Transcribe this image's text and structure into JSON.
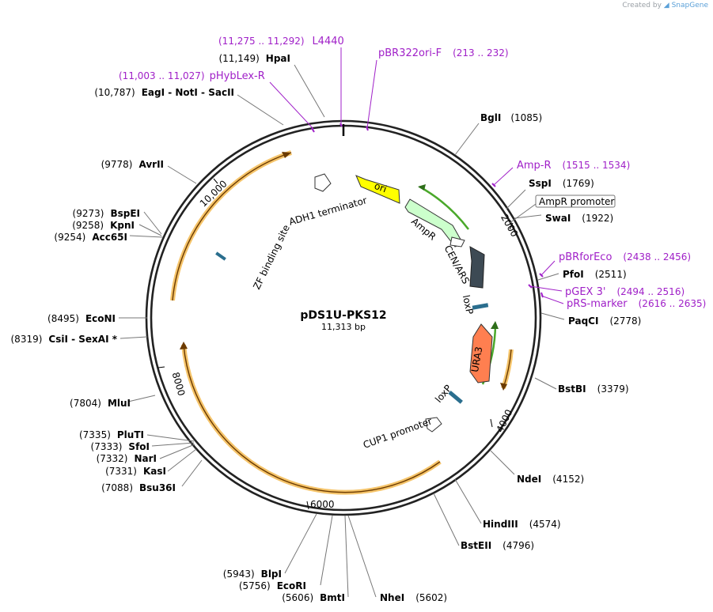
{
  "credit": {
    "prefix": "Created by",
    "brand": "SnapGene"
  },
  "plasmid": {
    "name": "pDS1U-PKS12",
    "length_label": "11,313 bp"
  },
  "sites": [
    {
      "name": "BglI",
      "pos": "(1085)"
    },
    {
      "name": "SspI",
      "pos": "(1769)"
    },
    {
      "name": "SwaI",
      "pos": "(1922)"
    },
    {
      "name": "PfoI",
      "pos": "(2511)"
    },
    {
      "name": "PaqCI",
      "pos": "(2778)"
    },
    {
      "name": "BstBI",
      "pos": "(3379)"
    },
    {
      "name": "NdeI",
      "pos": "(4152)"
    },
    {
      "name": "HindIII",
      "pos": "(4574)"
    },
    {
      "name": "BstEII",
      "pos": "(4796)"
    },
    {
      "name": "NheI",
      "pos": "(5602)"
    },
    {
      "name": "BmtI",
      "pos": "(5606)"
    },
    {
      "name": "EcoRI",
      "pos": "(5756)"
    },
    {
      "name": "BlpI",
      "pos": "(5943)"
    },
    {
      "name": "Bsu36I",
      "pos": "(7088)"
    },
    {
      "name": "KasI",
      "pos": "(7331)"
    },
    {
      "name": "NarI",
      "pos": "(7332)"
    },
    {
      "name": "SfoI",
      "pos": "(7333)"
    },
    {
      "name": "PluTI",
      "pos": "(7335)"
    },
    {
      "name": "MluI",
      "pos": "(7804)"
    },
    {
      "name": "CsiI  -  SexAI *",
      "pos": "(8319)"
    },
    {
      "name": "EcoNI",
      "pos": "(8495)"
    },
    {
      "name": "Acc65I",
      "pos": "(9254)"
    },
    {
      "name": "KpnI",
      "pos": "(9258)"
    },
    {
      "name": "BspEI",
      "pos": "(9273)"
    },
    {
      "name": "AvrII",
      "pos": "(9778)"
    },
    {
      "name": "EagI  -  NotI  -  SacII",
      "pos": "(10,787)"
    },
    {
      "name": "HpaI",
      "pos": "(11,149)"
    }
  ],
  "primers": [
    {
      "name": "L4440",
      "range": "(11,275 .. 11,292)"
    },
    {
      "name": "pBR322ori-F",
      "range": "(213 .. 232)"
    },
    {
      "name": "pHybLex-R",
      "range": "(11,003 .. 11,027)"
    },
    {
      "name": "Amp-R",
      "range": "(1515 .. 1534)"
    },
    {
      "name": "pBRforEco",
      "range": "(2438 .. 2456)"
    },
    {
      "name": "pGEX 3'",
      "range": "(2494 .. 2516)"
    },
    {
      "name": "pRS-marker",
      "range": "(2616 .. 2635)"
    }
  ],
  "features": {
    "ori": "ori",
    "ampr": "AmpR",
    "ampr_promoter": "AmpR promoter",
    "cen_ars": "CEN/ARS",
    "loxp_1": "loxP",
    "ura3": "URA3",
    "loxp_2": "loxP",
    "cup1": "CUP1 promoter",
    "adh1": "ADH1 terminator",
    "zf": "ZF binding site"
  },
  "ticks": {
    "t2000": "2000",
    "t4000": "4000",
    "t6000": "6000",
    "t8000": "8000",
    "t10000": "10,000"
  },
  "colors": {
    "backbone": "#222222",
    "ori": "#ffff00",
    "ampr": "#ccffcc",
    "cen_ars": "#3d4a54",
    "ura3": "#ff7f50",
    "loxp": "#2a6e8e",
    "orf": "#f5c46a",
    "orf_line": "#6b3a00",
    "primer": "#a020c8",
    "green_arc": "#4aa82a"
  }
}
